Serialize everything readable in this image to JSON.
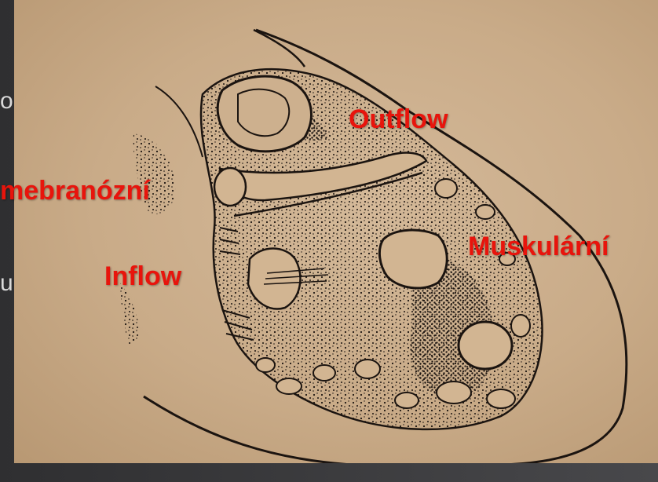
{
  "background_text": {
    "fragment_1": "or",
    "fragment_2": "u"
  },
  "labels": {
    "outflow": "Outflow",
    "membranous": "mebranózní",
    "inflow": "Inflow",
    "muscular": "Muskulární"
  },
  "colors": {
    "label": "#e8140c",
    "paper": "#c9ab88",
    "ink": "#1b1410",
    "slide": "#3a3a3c"
  }
}
